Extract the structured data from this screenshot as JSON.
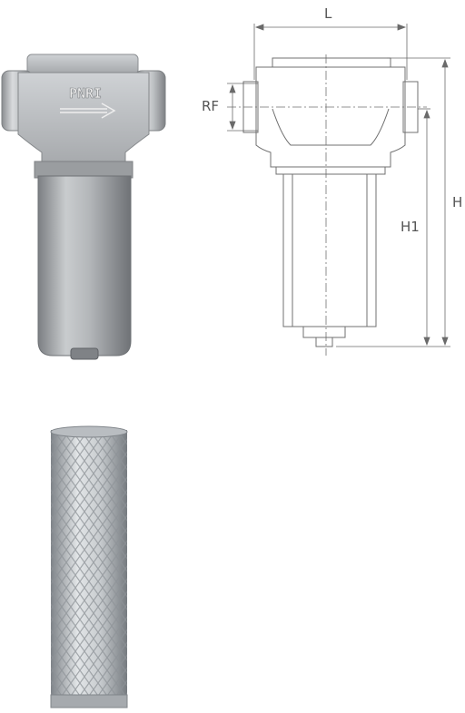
{
  "diagram": {
    "housing_brand": "PNRI",
    "dimensions": {
      "length_label": "L",
      "port_label": "RF",
      "height_label": "H",
      "body_height_label": "H1"
    }
  },
  "colors": {
    "dimension_line": "#6a6a6a",
    "outline": "#707070",
    "housing_light": "#d4d6d8",
    "housing_dark": "#8e9194",
    "mesh_wire": "#9aa0a5"
  }
}
